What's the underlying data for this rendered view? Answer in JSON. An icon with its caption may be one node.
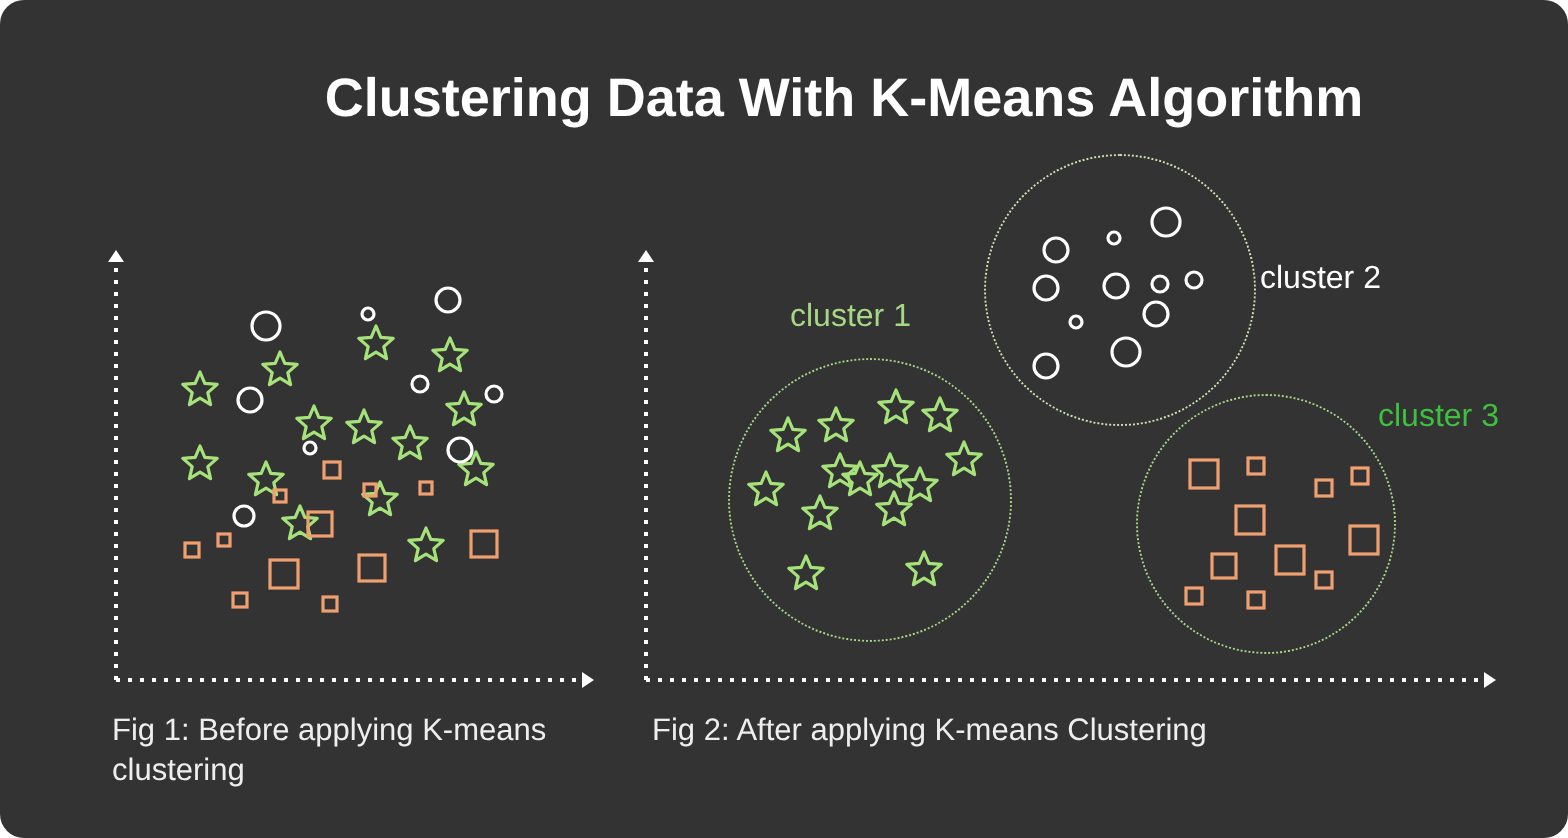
{
  "diagram": {
    "title": "Clustering Data With K-Means Algorithm",
    "nodes": [
      {
        "text": [
          "cluster 1"
        ]
      },
      {
        "text": [
          "cluster 2"
        ]
      },
      {
        "text": [
          "cluster 3"
        ]
      }
    ],
    "labels": [
      "Fig 1: Before applying K-means clustering",
      "Fig 2: After applying K-means Clustering"
    ]
  }
}
